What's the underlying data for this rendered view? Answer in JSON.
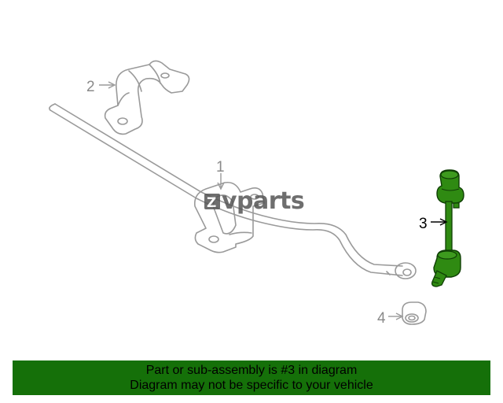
{
  "diagram": {
    "callouts": [
      {
        "id": "1",
        "label": "1",
        "highlighted": false
      },
      {
        "id": "2",
        "label": "2",
        "highlighted": false
      },
      {
        "id": "3",
        "label": "3",
        "highlighted": true
      },
      {
        "id": "4",
        "label": "4",
        "highlighted": false
      }
    ],
    "colors": {
      "line_art": "#9a9a9a",
      "highlight_part": "#2f8a12",
      "highlight_outline": "#0f3f05",
      "banner": "#157009"
    }
  },
  "watermark": {
    "text": "vparts",
    "logo_glyph": "Z"
  },
  "banner": {
    "line1": "Part or sub-assembly is #3 in diagram",
    "line2": "Diagram may not be specific to your vehicle"
  }
}
